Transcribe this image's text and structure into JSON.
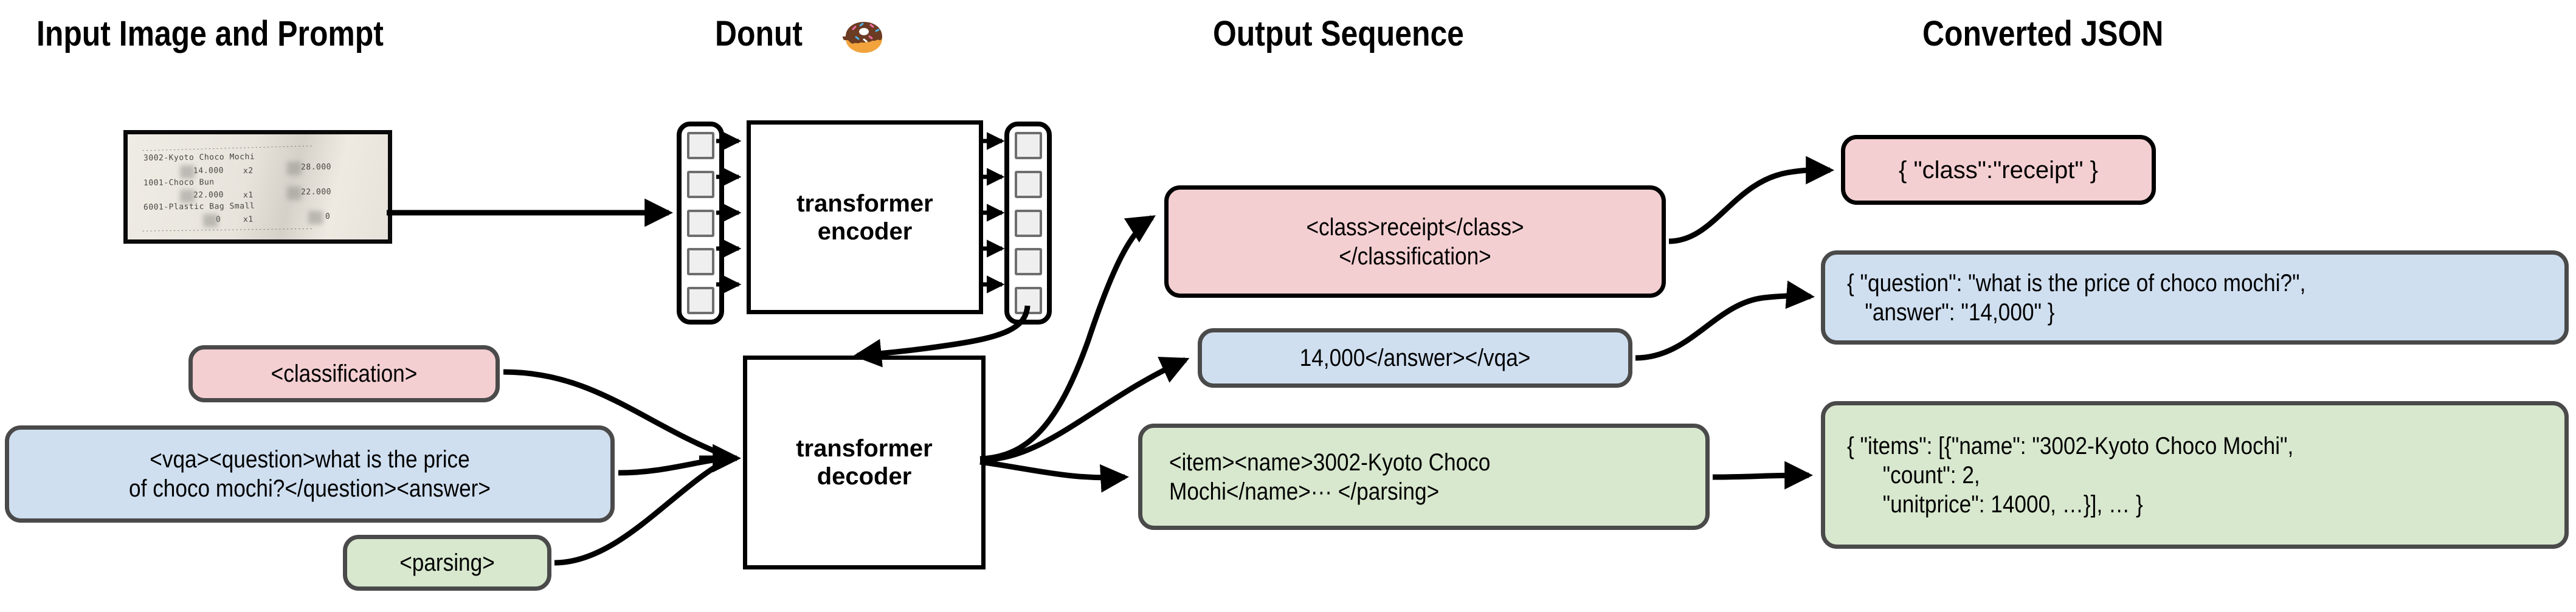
{
  "headers": [
    {
      "label": "Input Image and Prompt"
    },
    {
      "label": "Donut"
    },
    {
      "label": "Output Sequence"
    },
    {
      "label": "Converted JSON"
    }
  ],
  "donut_emoji": "donut-emoji",
  "receipt": {
    "top_rule": "--------------------------------------------",
    "bottom_rule": "--------------------------------------------",
    "lines": [
      {
        "text": "3002-Kyoto Choco Mochi"
      },
      {
        "price": "14.000",
        "qty": "x2",
        "total": "28.000"
      },
      {
        "text": "1001-Choco Bun"
      },
      {
        "price": "22.000",
        "qty": "x1",
        "total": "22.000"
      },
      {
        "text": "6001-Plastic Bag Small"
      },
      {
        "price": "0",
        "qty": "x1",
        "total": "0"
      }
    ]
  },
  "model": {
    "encoder_label": "transformer\nencoder",
    "decoder_label": "transformer\ndecoder",
    "token_count": 5
  },
  "prompts": [
    {
      "id": "classification",
      "text": "<classification>",
      "color": "#f4cfd1"
    },
    {
      "id": "vqa",
      "text": "<vqa><question>what is the price\nof choco mochi?</question><answer>",
      "color": "#cfdff0"
    },
    {
      "id": "parsing",
      "text": "<parsing>",
      "color": "#d8e8ce"
    }
  ],
  "outputs": [
    {
      "id": "classification-output",
      "text": "<class>receipt</class>\n</classification>",
      "color": "#f4cfd1"
    },
    {
      "id": "vqa-output",
      "text": "14,000</answer></vqa>",
      "color": "#cfdff0"
    },
    {
      "id": "parsing-output",
      "text": "<item><name>3002-Kyoto Choco\nMochi</name>··· </parsing>",
      "color": "#d8e8ce"
    }
  ],
  "json_outputs": [
    {
      "id": "classification-json",
      "text": "{ \"class\":\"receipt\" }",
      "color": "#f4cfd1"
    },
    {
      "id": "vqa-json",
      "text": "{ \"question\": \"what is the price of choco mochi?\",\n   \"answer\": \"14,000\" }",
      "color": "#cfdff0"
    },
    {
      "id": "parsing-json",
      "text": "{ \"items\": [{\"name\": \"3002-Kyoto Choco Mochi\",\n      \"count\": 2,\n      \"unitprice\": 14000, …}], … }",
      "color": "#d8e8ce"
    }
  ],
  "colors": {
    "pink": "#f4cfd1",
    "blue": "#cfdff0",
    "green": "#d8e8ce",
    "border_gray": "#4a4a4a",
    "border_black": "#000000",
    "token_fill": "#efefef",
    "token_border": "#6e6e6e"
  }
}
